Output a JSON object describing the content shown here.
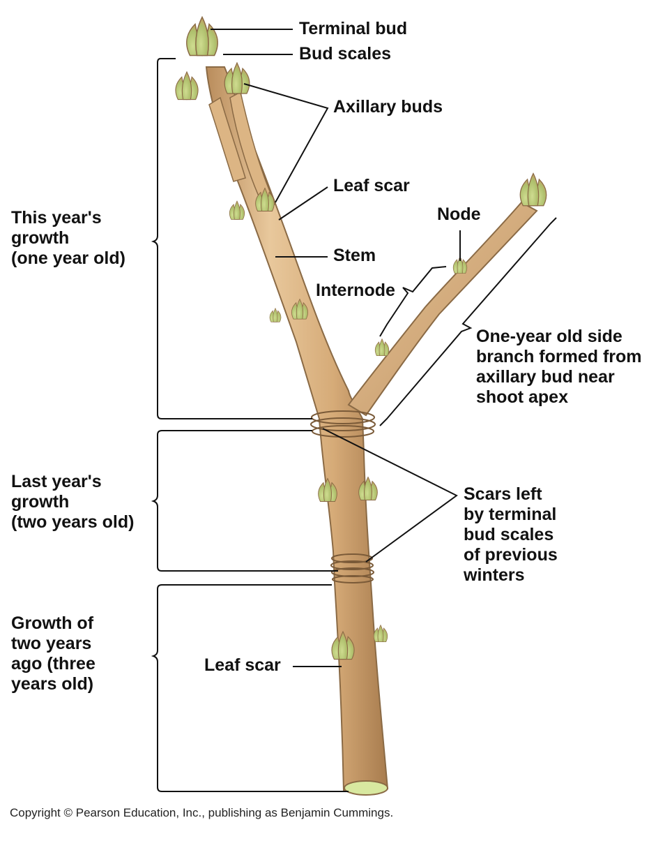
{
  "labels": {
    "terminal_bud": "Terminal bud",
    "bud_scales": "Bud scales",
    "axillary_buds": "Axillary buds",
    "leaf_scar_upper": "Leaf scar",
    "node": "Node",
    "stem": "Stem",
    "internode": "Internode",
    "side_branch": "One-year old side\nbranch formed from\naxillary bud near\nshoot apex",
    "this_year": "This year's\ngrowth\n(one year old)",
    "last_year": "Last year's\ngrowth\n(two years old)",
    "two_years_ago": "Growth of\ntwo years\nago (three\nyears old)",
    "bud_scale_scars": "Scars left\nby terminal\nbud scales\nof previous\nwinters",
    "leaf_scar_lower": "Leaf scar"
  },
  "copyright": "Copyright © Pearson Education, Inc., publishing as Benjamin Cummings.",
  "colors": {
    "stem_fill": "#d9b07e",
    "stem_outline": "#8a6a45",
    "bud_green": "#b9cc7a",
    "bud_tip": "#d69a6a",
    "cut_surface": "#d8e8a0",
    "leader_line": "#111111"
  }
}
